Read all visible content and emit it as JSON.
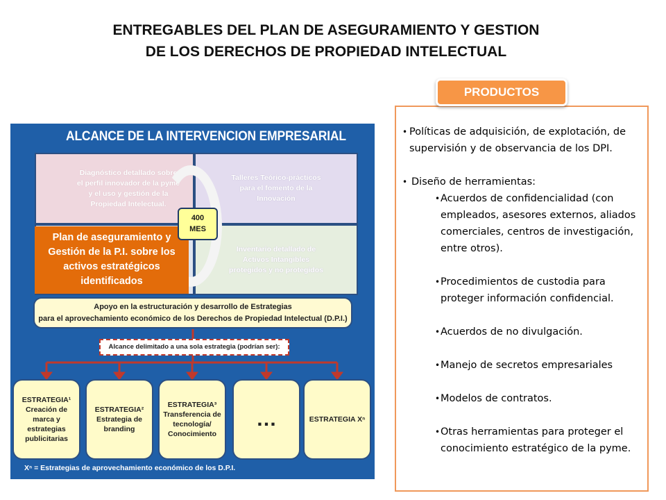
{
  "title": {
    "line1": "ENTREGABLES  DEL PLAN DE ASEGURAMIENTO Y GESTION",
    "line2": "DE LOS DERECHOS DE PROPIEDAD INTELECTUAL"
  },
  "diagram": {
    "heading": "ALCANCE DE LA INTERVENCION EMPRESARIAL",
    "quadrants": [
      "Diagnóstico detallado sobre el perfil innovador de la pyme y el uso y gestión de la Propiedad Intelectual.",
      "Talleres Teórico-prácticos para el fomento de la Innovación",
      "Inventario detallado de Activos Intangibles protegidos y no protegidos"
    ],
    "badge": {
      "line1": "400",
      "line2": "MES"
    },
    "plan": "Plan de aseguramiento y Gestión de la P.I. sobre los activos estratégicos identificados",
    "apoyo": {
      "line1": "Apoyo en la estructuración y desarrollo de Estrategias",
      "line2": "para el aprovechamiento económico de los Derechos de Propiedad Intelectual (D.P.I.)"
    },
    "alcance": "Alcance delimitado a una sola estrategia (podrían ser):",
    "strategies": [
      "ESTRATEGIA¹ Creación de marca y estrategias publicitarias",
      "ESTRATEGIA² Estrategia de branding",
      "ESTRATEGIA³ Transferencia de tecnología/ Conocimiento",
      "…",
      "ESTRATEGIA Xⁿ"
    ],
    "footnote": "Xⁿ = Estrategias de aprovechamiento económico de los D.P.I."
  },
  "products": {
    "tab": "PRODUCTOS",
    "items": [
      "Políticas de adquisición,  de explotación, de supervisión y de observancia de los DPI.",
      "Diseño de herramientas:"
    ],
    "subitems": [
      "Acuerdos de confidencialidad (con empleados, asesores externos, aliados comerciales, centros de investigación, entre otros).",
      "Procedimientos de custodia para proteger información confidencial.",
      "Acuerdos de no divulgación.",
      "Manejo de secretos empresariales",
      "Modelos de contratos.",
      "Otras herramientas para proteger el conocimiento estratégico de la pyme."
    ]
  },
  "colors": {
    "diagram_bg": "#1f5fa8",
    "plan_orange": "#e36c0a",
    "tab_orange": "#f79646",
    "connector_red": "#c0392b"
  }
}
